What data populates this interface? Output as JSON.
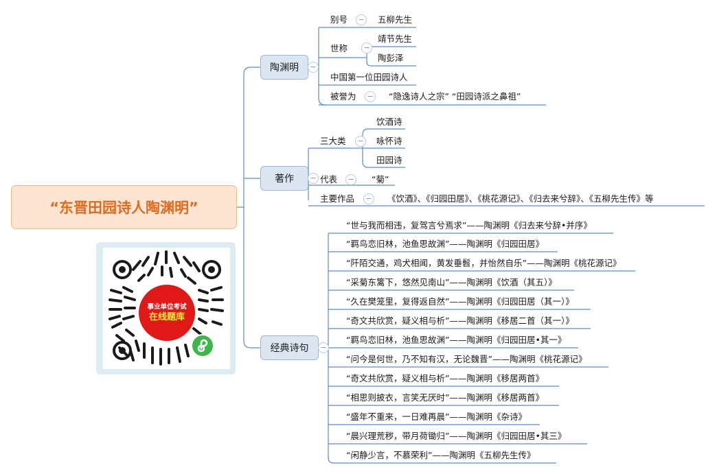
{
  "root": {
    "title": "“东晋田园诗人陶渊明”"
  },
  "branches": {
    "tao": {
      "label": "陶渊明",
      "alias_label": "别号",
      "alias_value": "五柳先生",
      "title_label": "世称",
      "title_values": [
        "靖节先生",
        "陶彭泽"
      ],
      "first_poet": "中国第一位田园诗人",
      "praised_label": "被誉为",
      "praised_value": "“隐逸诗人之宗”  “田园诗派之鼻祖”"
    },
    "works": {
      "label": "著作",
      "three_label": "三大类",
      "three_values": [
        "饮酒诗",
        "咏怀诗",
        "田园诗"
      ],
      "rep_label": "代表",
      "rep_value": "“菊”",
      "main_label": "主要作品",
      "main_value": "《饮酒》、《归园田居》、《桃花源记》、《归去来兮辞》、《五柳先生传》等"
    },
    "quotes": {
      "label": "经典诗句",
      "items": [
        "“世与我而相违，复驾言兮焉求”——陶渊明《归去来兮辞•并序》",
        "“羁鸟恋旧林，池鱼思故渊”——陶渊明《归园田居》",
        "“阡陌交通，鸡犬相闻，黄发垂髫，并怡然自乐”——陶渊明《桃花源记》",
        "“采菊东篱下，悠然见南山”——陶渊明《饮酒（其五）》",
        "“久在樊笼里，复得返自然”——陶渊明《归园田居（其一）》",
        "“奇文共欣赏，疑义相与析”——陶渊明《移居二首（其一）》",
        "“羁鸟恋旧林，池鱼思故渊”——陶渊明《归园田居•其一》",
        "“问今是何世，乃不知有汉，无论魏晋”——陶渊明《桃花源记》",
        "“奇文共欣赏，疑义相与析”——陶渊明《移居两首》",
        "“相思则披衣，言笑无厌时”——陶渊明《移居两首》",
        "“盛年不重来，一日难再晨”——陶渊明《杂诗》",
        "“晨兴理荒秽，带月荷锄归”——陶渊明《归园田居•其三》",
        "“闲静少言，不慕荣利”——陶渊明《五柳先生传》"
      ]
    }
  },
  "qr": {
    "line1": "事业单位考试",
    "line2": "在线题库",
    "icon": "wechat-mini-program-icon"
  },
  "colors": {
    "root_text": "#e06a1e",
    "root_fill": "#fbe5d2",
    "branch_fill": "#dbe6f2",
    "line": "#5b8cc9",
    "badge": "#e01818"
  }
}
